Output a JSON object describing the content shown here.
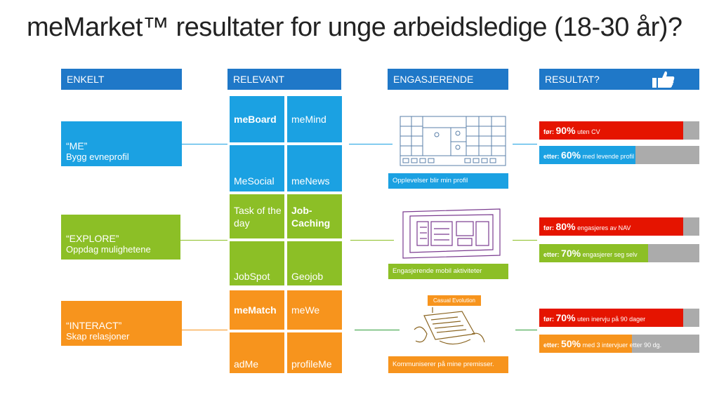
{
  "title": "meMarket™ resultater for unge arbeidsledige (18-30 år)?",
  "headers": {
    "col1": "ENKELT",
    "col2": "RELEVANT",
    "col3": "ENGASJERENDE",
    "col4": "RESULTAT?"
  },
  "colors": {
    "header": "#1f78c8",
    "blue": "#1ba1e2",
    "green": "#8cbf26",
    "orange": "#f7941d",
    "red": "#e51400",
    "gray": "#ababab"
  },
  "rows": [
    {
      "name": "“ME”",
      "desc": "Bygg evneprofil",
      "tiles": [
        "meBoard",
        "meMind",
        "MeSocial",
        "meNews"
      ],
      "caption": "Opplevelser blir min profil",
      "results": [
        {
          "prefix": "før:",
          "pct": "90%",
          "text": "uten CV",
          "value": 0.9
        },
        {
          "prefix": "etter:",
          "pct": "60%",
          "text": "med levende profil",
          "value": 0.6
        }
      ]
    },
    {
      "name": "“EXPLORE”",
      "desc": "Oppdag mulighetene",
      "tiles": [
        "Task of the day",
        "Job-Caching",
        "JobSpot",
        "Geojob"
      ],
      "caption": "Engasjerende mobil aktiviteter",
      "results": [
        {
          "prefix": "før:",
          "pct": "80%",
          "text": "engasjeres av NAV",
          "value": 0.8
        },
        {
          "prefix": "etter:",
          "pct": "70%",
          "text": "engasjerer seg selv",
          "value": 0.7
        }
      ]
    },
    {
      "name": "“INTERACT”",
      "desc": "Skap relasjoner",
      "tiles": [
        "meMatch",
        "meWe",
        "adMe",
        "profileMe"
      ],
      "caption": "Kommuniserer på mine premisser.",
      "sketch_label": "Casual Evolution",
      "results": [
        {
          "prefix": "før:",
          "pct": "70%",
          "text": "uten inervju på 90 dager",
          "value": 0.7
        },
        {
          "prefix": "etter:",
          "pct": "50%",
          "text": "med 3 intervjuer etter 90 dg.",
          "value": 0.5
        }
      ]
    }
  ]
}
